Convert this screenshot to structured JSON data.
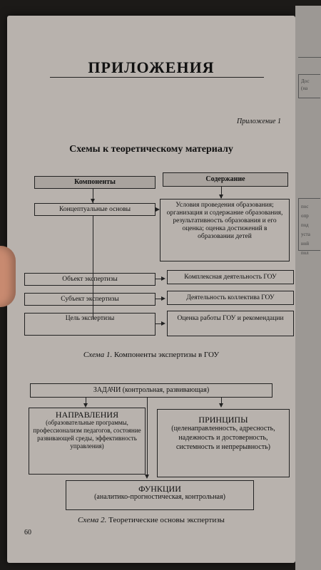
{
  "page": {
    "section_title": "ПРИЛОЖЕНИЯ",
    "appendix_ref": "Приложение 1",
    "schemes_title": "Схемы к теоретическому материалу",
    "page_number": "60"
  },
  "scheme1": {
    "caption_label": "Схема 1.",
    "caption_text": "Компоненты экспертизы в ГОУ",
    "left_header": "Компоненты",
    "right_header": "Содержание",
    "rows": [
      {
        "left": "Концептуальные основы",
        "right": "Условия проведения образования; организация и содержание образования, результативность образования и его оценка; оценка достижений в образовании детей"
      },
      {
        "left": "Объект экспертизы",
        "right": "Комплексная деятельность ГОУ"
      },
      {
        "left": "Субъект экспертизы",
        "right": "Деятельность коллектива ГОУ"
      },
      {
        "left": "Цель экспертизы",
        "right": "Оценка работы ГОУ и рекомендации"
      }
    ]
  },
  "scheme2": {
    "caption_label": "Схема 2.",
    "caption_text": "Теоретические основы экспертизы",
    "tasks": "ЗАДАЧИ (контрольная, развивающая)",
    "directions_title": "НАПРАВЛЕНИЯ",
    "directions_text": "(образовательные программы, профессионализм педагогов, состояние развивающей среды, эффективность управления)",
    "principles_title": "ПРИНЦИПЫ",
    "principles_text": "(целенаправленность, адресность, надежность и достоверность, системность и непрерывность)",
    "functions_title": "ФУНКЦИИ",
    "functions_text": "(аналитико-прогностическая, контрольная)"
  },
  "next_page_fragments": [
    "Дос",
    "(на",
    "пос",
    "опр",
    "под",
    "уста",
    "ной",
    "пол"
  ]
}
